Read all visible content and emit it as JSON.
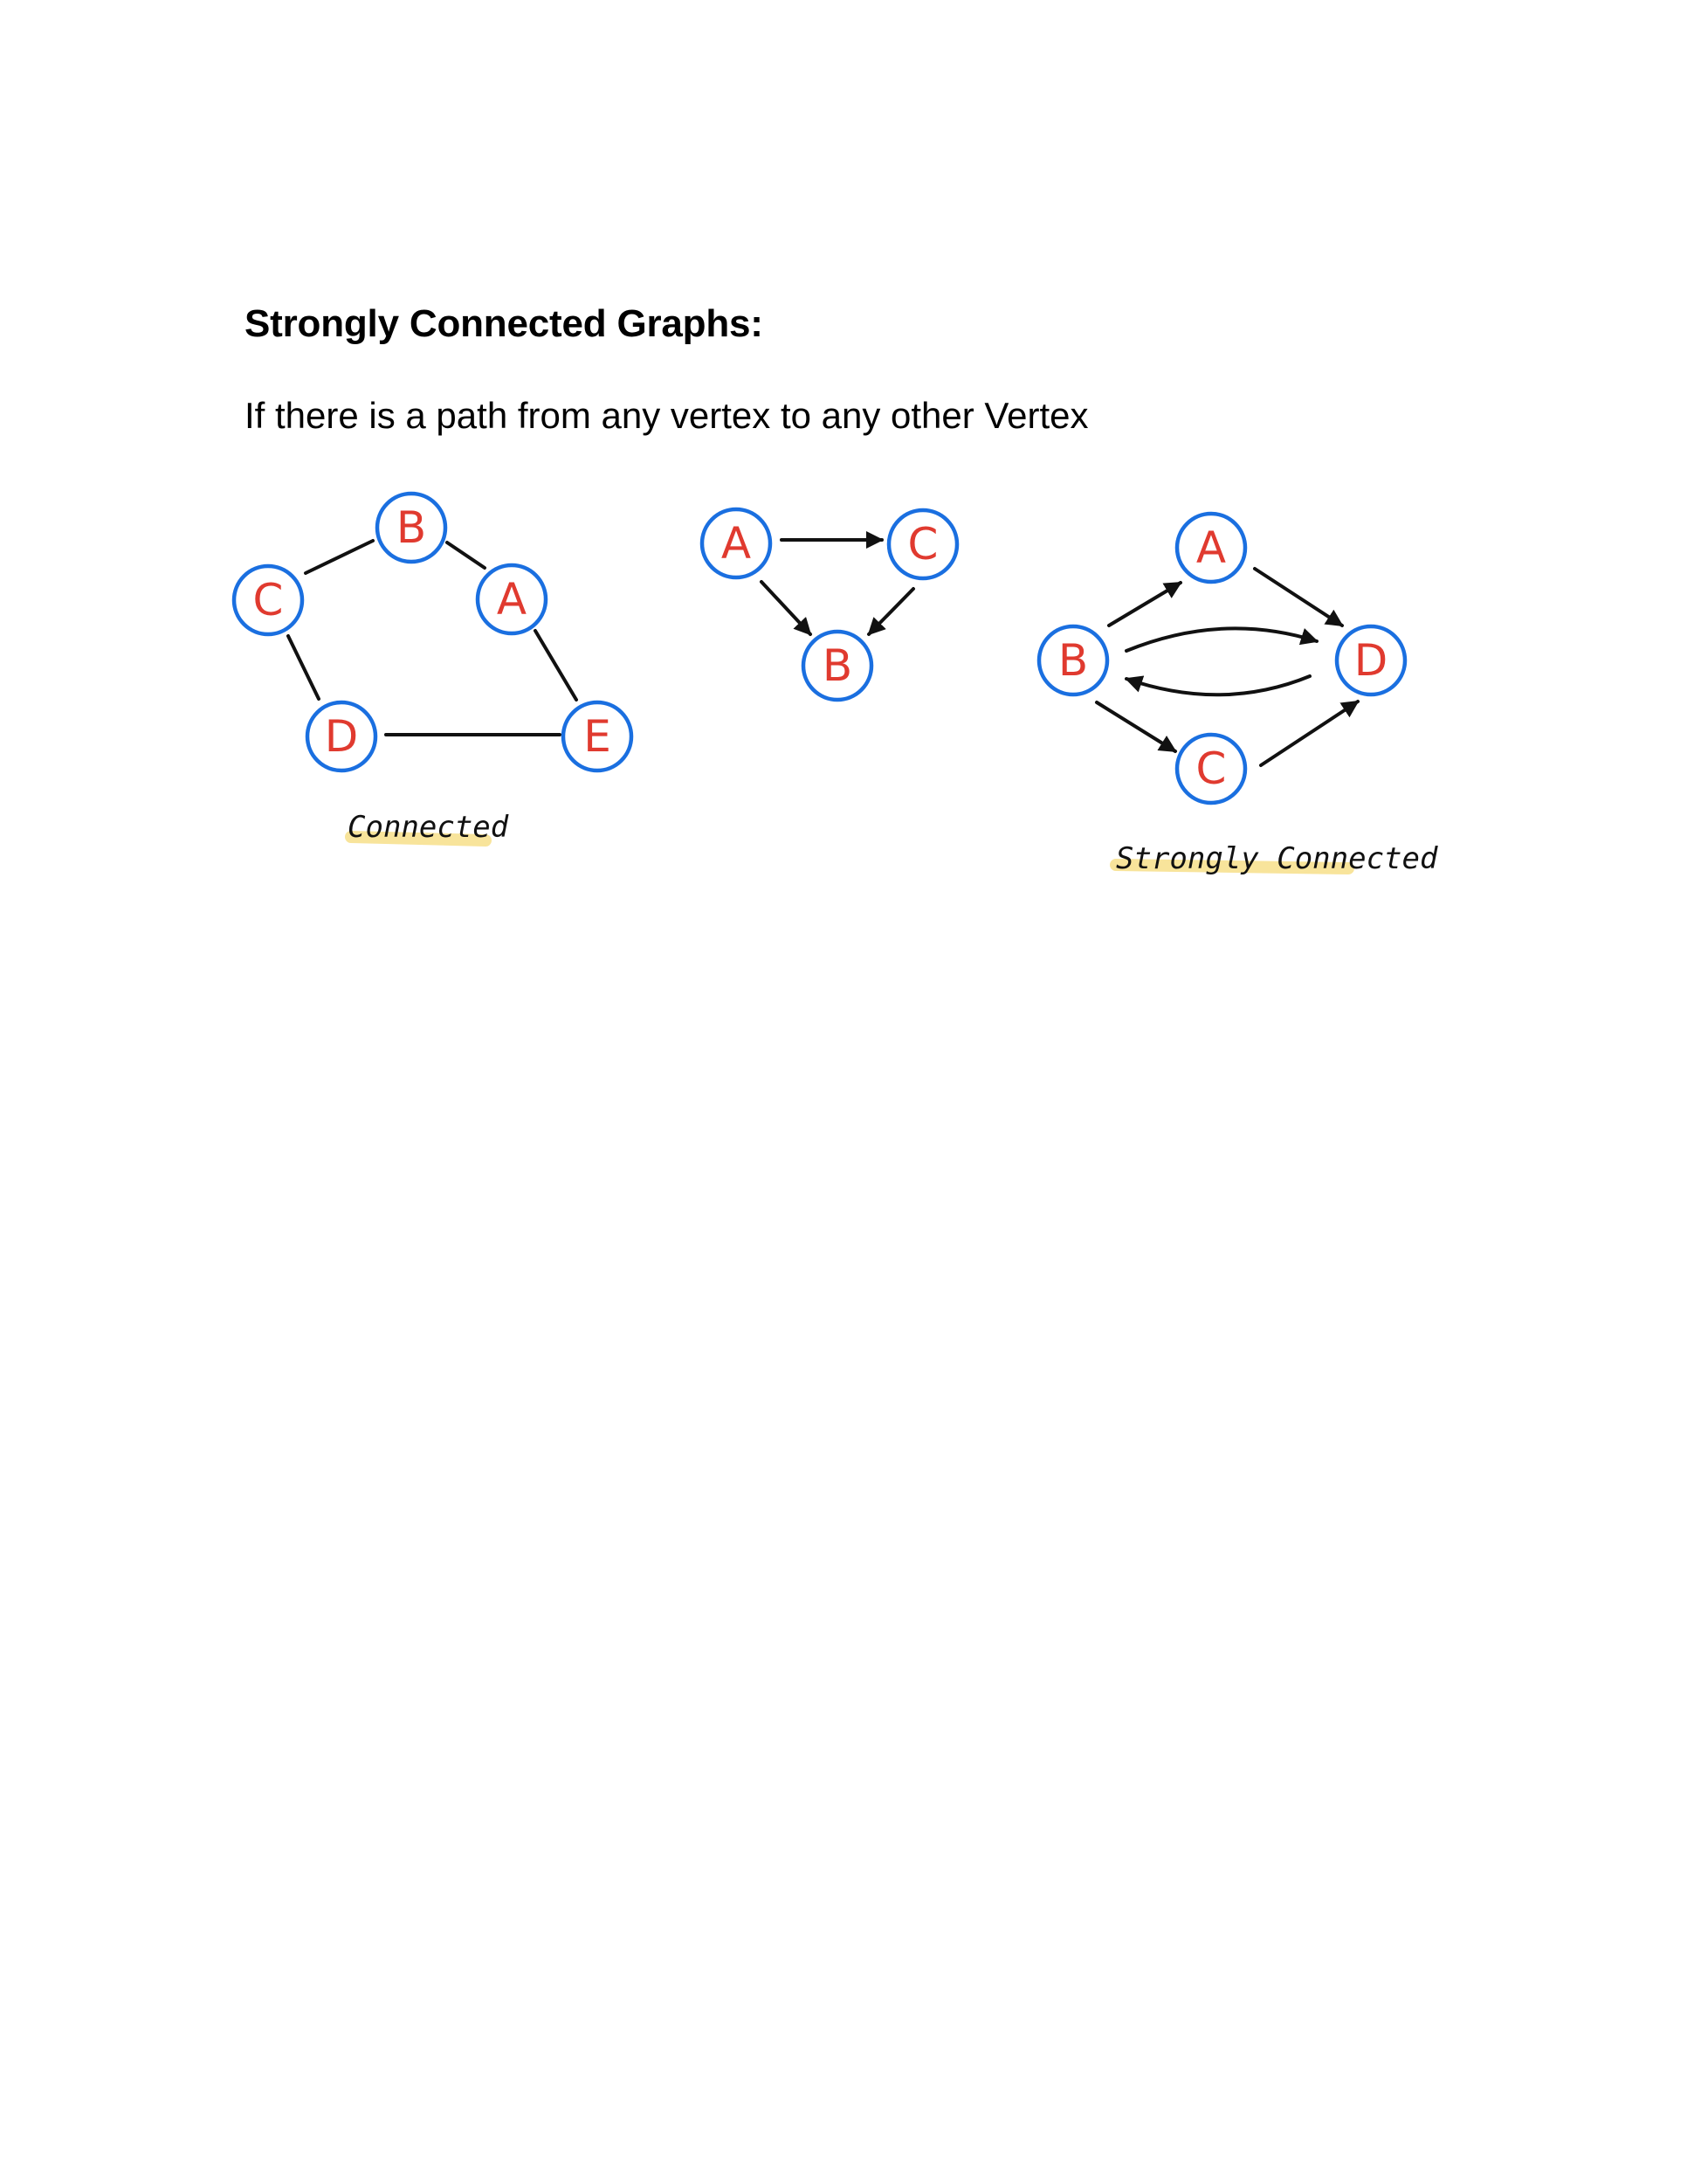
{
  "heading": "Strongly Connected Graphs:",
  "subtext": "If there is a path from any vertex to any other Vertex",
  "colors": {
    "node_stroke": "#1a6fe0",
    "node_label": "#e03a2f",
    "edge": "#111111",
    "caption_highlight": "#f7df8a"
  },
  "graphs": [
    {
      "caption": "Connected",
      "directed": false,
      "nodes": [
        "B",
        "C",
        "A",
        "D",
        "E"
      ],
      "edges": [
        [
          "C",
          "B"
        ],
        [
          "B",
          "A"
        ],
        [
          "C",
          "D"
        ],
        [
          "A",
          "E"
        ],
        [
          "D",
          "E"
        ]
      ]
    },
    {
      "caption": "",
      "directed": true,
      "nodes": [
        "A",
        "C",
        "B"
      ],
      "edges": [
        [
          "A",
          "C"
        ],
        [
          "A",
          "B"
        ],
        [
          "C",
          "B"
        ]
      ]
    },
    {
      "caption": "Strongly Connected",
      "directed": true,
      "nodes": [
        "A",
        "B",
        "D",
        "C"
      ],
      "edges": [
        [
          "B",
          "A"
        ],
        [
          "A",
          "D"
        ],
        [
          "B",
          "D"
        ],
        [
          "D",
          "B"
        ],
        [
          "B",
          "C"
        ],
        [
          "C",
          "D"
        ]
      ]
    }
  ]
}
